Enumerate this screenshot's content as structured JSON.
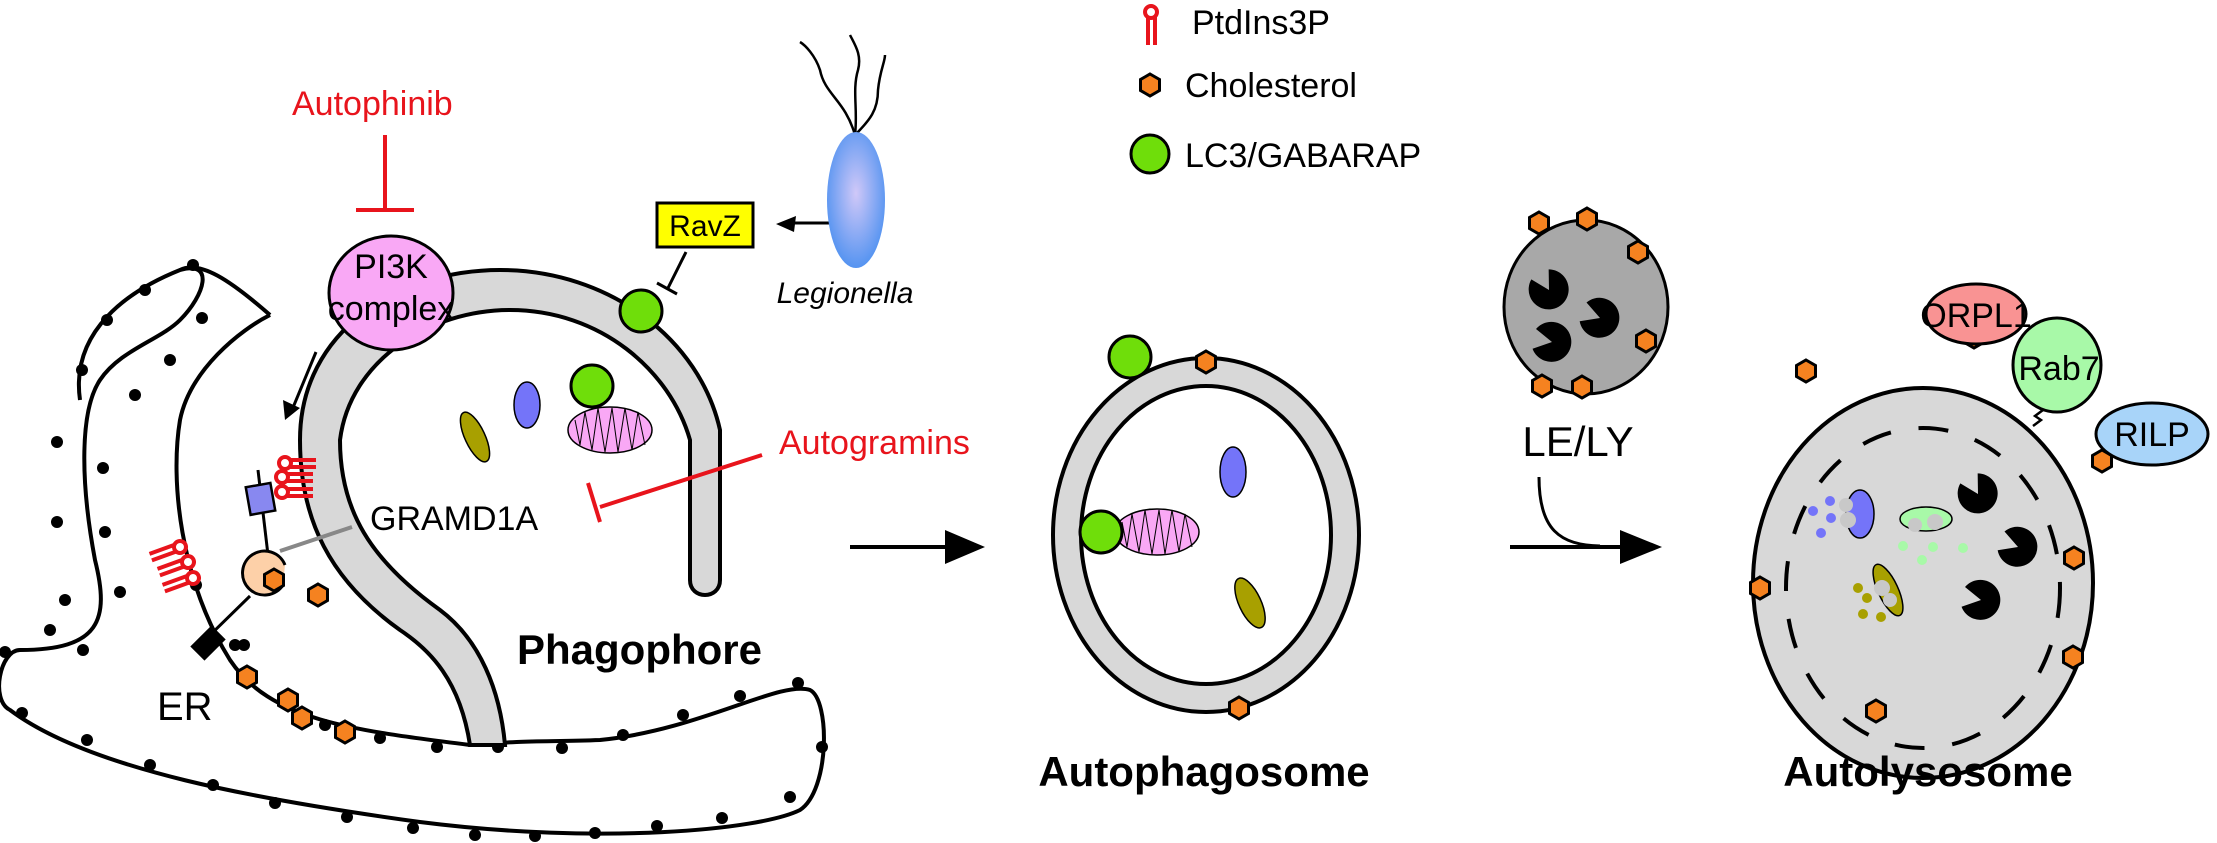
{
  "legend": {
    "items": [
      {
        "icon": "ptdins3p-icon",
        "label": "PtdIns3P"
      },
      {
        "icon": "cholesterol-icon",
        "label": "Cholesterol"
      },
      {
        "icon": "lc3-gabarap-icon",
        "label": "LC3/GABARAP"
      }
    ]
  },
  "inhibitors": {
    "autophinib": "Autophinib",
    "autogramins": "Autogramins"
  },
  "proteins": {
    "pi3k_line1": "PI3K",
    "pi3k_line2": "complex",
    "ravz": "RavZ",
    "gramd1a": "GRAMD1A",
    "orpl1": "ORPL1",
    "rab7": "Rab7",
    "rilp": "RILP"
  },
  "organisms": {
    "legionella": "Legionella"
  },
  "structures": {
    "er": "ER",
    "phagophore": "Phagophore",
    "autophagosome": "Autophagosome",
    "le_ly": "LE/LY",
    "autolysosome": "Autolysosome"
  },
  "colors": {
    "inhibitor_red": "#e8141c",
    "cholesterol_orange": "#f58220",
    "lc3_green": "#6fde0a",
    "pi3k_pink": "#f9a8f5",
    "membrane_gray": "#d8d8d8",
    "lysosome_gray": "#a8a8a8",
    "ravz_yellow": "#ffff00",
    "orpl1_red": "#f99393",
    "rab7_green": "#a8f9a8",
    "rilp_blue": "#a8d4f9",
    "cargo_blue": "#7474f9",
    "cargo_olive": "#a8a000",
    "gramd1a_peach": "#fdd0a8"
  }
}
